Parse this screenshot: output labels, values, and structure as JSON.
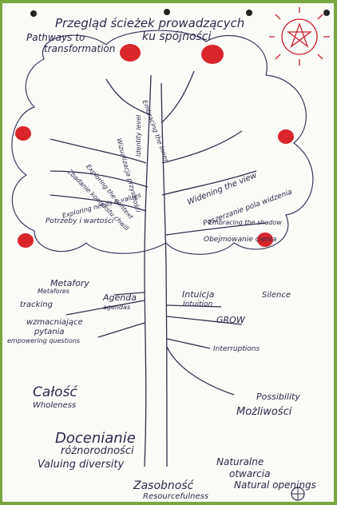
{
  "header": {
    "title_pl_line1": "Przegląd ścieżek prowadzących",
    "title_pl_line2": "ku spójności",
    "title_en_line1": "Pathways to",
    "title_en_line2": "transformation"
  },
  "branches": [
    "Embracing the inner",
    "Identity level",
    "Wizualizacja przyszłości",
    "Widening the view",
    "Poszerzanie pola widzenia",
    "Exploring the context",
    "Zbadanie kontekstu chwili",
    "Embracing the shadow",
    "Obejmowanie cienia",
    "Exploring needs & values",
    "Potrzeby i wartości"
  ],
  "roots_left": [
    "Metafory",
    "Metafores",
    "tracking",
    "Agenda",
    "agendas",
    "wzmacniające",
    "pytania",
    "empowering questions"
  ],
  "roots_right": [
    "Intuicja",
    "Intuition",
    "Silence",
    "GROW",
    "Interruptions"
  ],
  "bottom": {
    "wholeness_pl": "Całość",
    "wholeness_en": "Wholeness",
    "possibility_en": "Possibility",
    "possibility_pl": "Możliwości",
    "diversity_pl1": "Docenianie",
    "diversity_pl2": "różnorodności",
    "diversity_en": "Valuing diversity",
    "openings_pl1": "Naturalne",
    "openings_pl2": "otwarcia",
    "openings_en": "Natural openings",
    "resource_pl": "Zasobność",
    "resource_en": "Resourcefulness"
  },
  "colors": {
    "frame": "#7aa63e",
    "paper": "#fbfbf8",
    "ink": "#2a2a4a",
    "apple": "#d8262a",
    "sun": "#c8242e"
  }
}
